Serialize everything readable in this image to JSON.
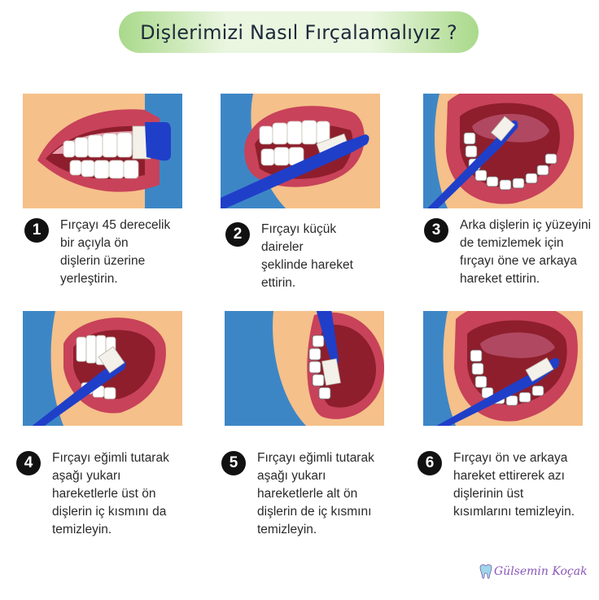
{
  "title": "Dişlerimizi Nasıl Fırçalamalıyız ?",
  "steps": [
    {
      "number": "1",
      "text": "Fırçayı 45 derecelik\nbir açıyla ön\ndişlerin üzerine\nyerleştirin."
    },
    {
      "number": "2",
      "text": "Fırçayı küçük\ndaireler\nşeklinde hareket\nettirin."
    },
    {
      "number": "3",
      "text": "Arka dişlerin iç yüzeyini\nde temizlemek için\nfırçayı öne ve arkaya\nhareket ettirin."
    },
    {
      "number": "4",
      "text": "Fırçayı eğimli tutarak\naşağı yukarı\nhareketlerle üst ön\ndişlerin iç kısmını da\ntemizleyin."
    },
    {
      "number": "5",
      "text": "Fırçayı eğimli tutarak\naşağı yukarı\nhareketlerle alt ön\ndişlerin de iç kısmını\ntemizleyin."
    },
    {
      "number": "6",
      "text": "Fırçayı ön ve arkaya\nhareket ettirerek azı\ndişlerinin üst\nkısımlarını temizleyin."
    }
  ],
  "brand": {
    "name": "Gülsemin Koçak",
    "icon": "tooth-icon"
  },
  "colors": {
    "skin": "#f5c08a",
    "background_blue": "#3d86c6",
    "lip": "#c8425a",
    "lip_light": "#e88a9a",
    "gum": "#e8a0ae",
    "mouth_inside": "#8e1e2c",
    "toothbrush": "#1f3fc9",
    "title_green": "#a9d98a"
  }
}
